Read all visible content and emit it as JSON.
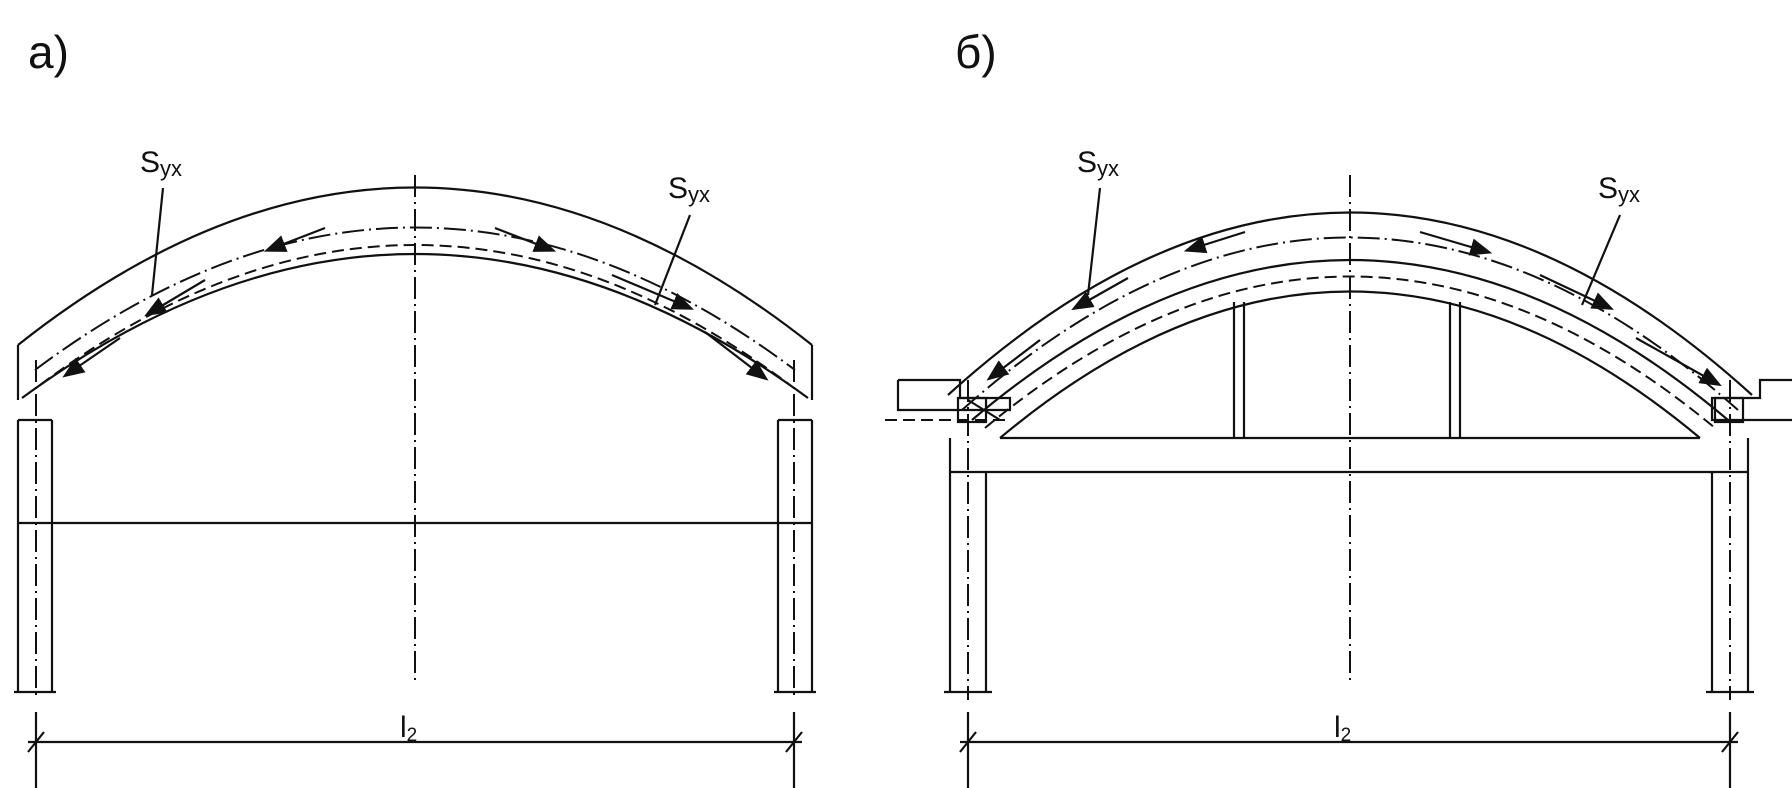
{
  "panels": [
    {
      "id": "a",
      "label": "а)",
      "flow_label_main": "S",
      "flow_label_sub": "yx",
      "span_label_main": "l",
      "span_label_sub": "2"
    },
    {
      "id": "b",
      "label": "б)",
      "flow_label_main": "S",
      "flow_label_sub": "yx",
      "span_label_main": "l",
      "span_label_sub": "2"
    }
  ]
}
